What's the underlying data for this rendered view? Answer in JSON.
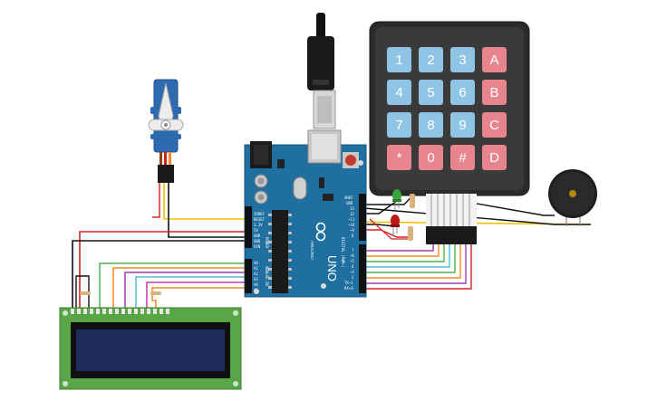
{
  "board": {
    "name_vertical": "UNO",
    "brand_vertical": "ARDUINO",
    "power_header": [
      "IOREF",
      "RESET",
      "3.3V",
      "5V",
      "GND",
      "GND",
      "VIN"
    ],
    "analog_header": [
      "A0",
      "A1",
      "A2",
      "A3",
      "A4",
      "A5"
    ],
    "digital_header_top": [
      "AREF",
      "GND",
      "13",
      "12",
      "~11",
      "~10",
      "~9",
      "8"
    ],
    "digital_header_bottom": [
      "7",
      "~6",
      "~5",
      "4",
      "~3",
      "2",
      "TX→1",
      "RX←0"
    ],
    "section_power": "POWER",
    "section_analog": "ANALOG IN",
    "section_digital": "DIGITAL (PWM~)"
  },
  "keypad": {
    "keys": [
      "1",
      "2",
      "3",
      "A",
      "4",
      "5",
      "6",
      "B",
      "7",
      "8",
      "9",
      "C",
      "*",
      "0",
      "#",
      "D"
    ],
    "colors": {
      "digit": "#8fc4e4",
      "letter": "#e8848e",
      "body": "#2b2b2b"
    }
  },
  "colors": {
    "board": "#1f6fa0",
    "lcd_pcb": "#58a646",
    "lcd_screen": "#1c2b5c",
    "servo": "#2d6ab0",
    "wire_red": "#d62020",
    "wire_black": "#111111",
    "wire_yellow": "#f2c200",
    "wire_green": "#4cb04c",
    "wire_orange": "#f08a24",
    "wire_purple": "#9a3fb8",
    "wire_cyan": "#52bcd6"
  }
}
